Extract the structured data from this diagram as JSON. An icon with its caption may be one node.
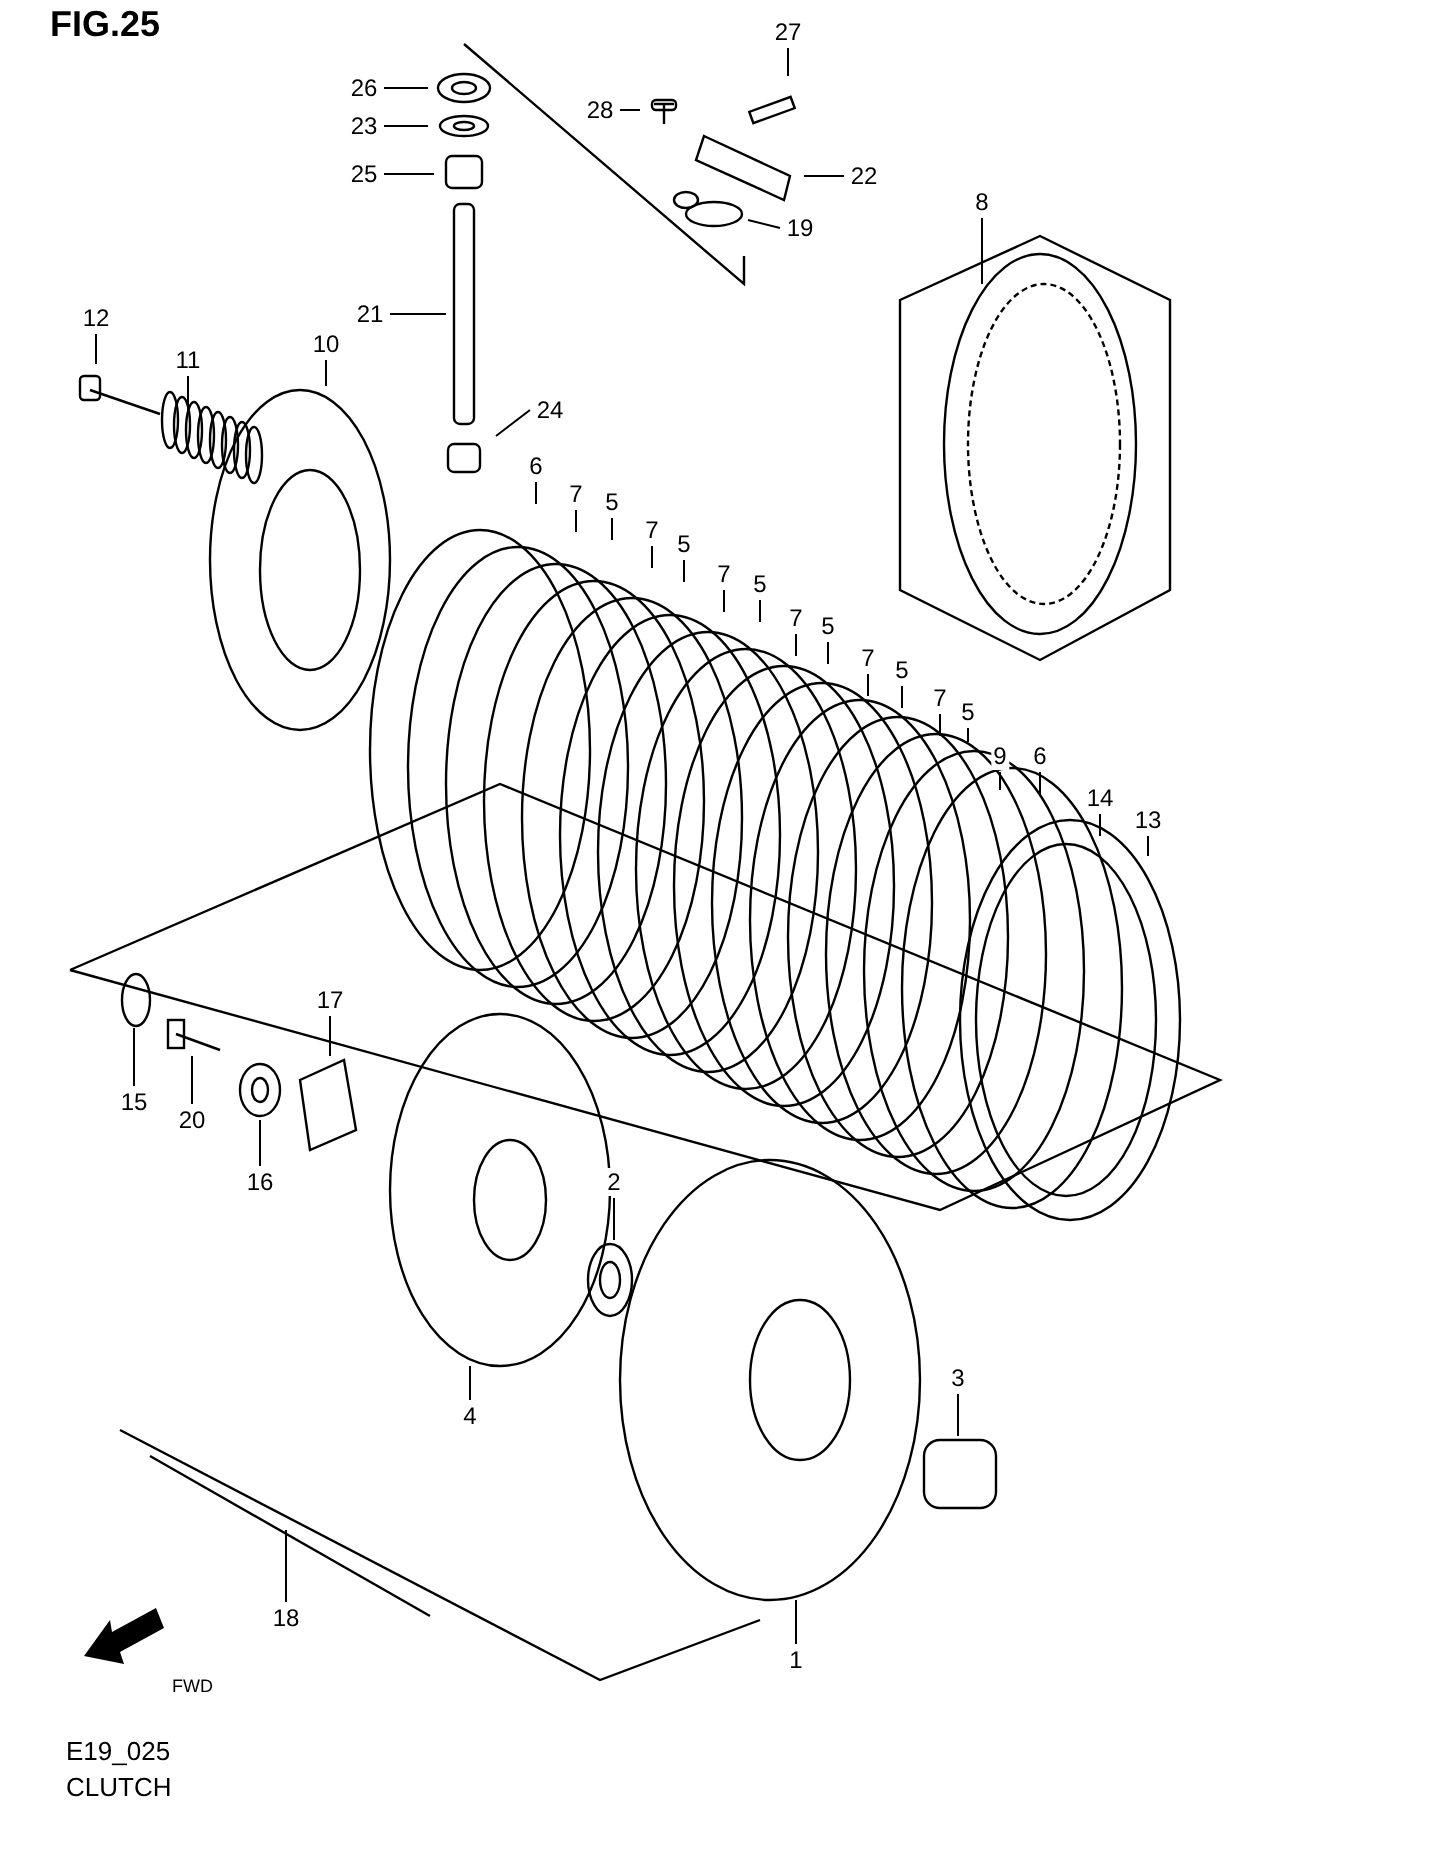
{
  "diagram": {
    "title": "FIG.25",
    "nodes": [
      {
        "text": [
          "26"
        ]
      },
      {
        "text": [
          "23"
        ]
      },
      {
        "text": [
          "25"
        ]
      },
      {
        "text": [
          "27"
        ]
      },
      {
        "text": [
          "28"
        ]
      },
      {
        "text": [
          "22"
        ]
      },
      {
        "text": [
          "19"
        ]
      },
      {
        "text": [
          "8"
        ]
      },
      {
        "text": [
          "21"
        ]
      },
      {
        "text": [
          "12"
        ]
      },
      {
        "text": [
          "11"
        ]
      },
      {
        "text": [
          "10"
        ]
      },
      {
        "text": [
          "24"
        ]
      },
      {
        "text": [
          "6"
        ]
      },
      {
        "text": [
          "7"
        ]
      },
      {
        "text": [
          "5"
        ]
      },
      {
        "text": [
          "7"
        ]
      },
      {
        "text": [
          "5"
        ]
      },
      {
        "text": [
          "7"
        ]
      },
      {
        "text": [
          "5"
        ]
      },
      {
        "text": [
          "7"
        ]
      },
      {
        "text": [
          "5"
        ]
      },
      {
        "text": [
          "7"
        ]
      },
      {
        "text": [
          "5"
        ]
      },
      {
        "text": [
          "7"
        ]
      },
      {
        "text": [
          "5"
        ]
      },
      {
        "text": [
          "9"
        ]
      },
      {
        "text": [
          "6"
        ]
      },
      {
        "text": [
          "14"
        ]
      },
      {
        "text": [
          "13"
        ]
      },
      {
        "text": [
          "17"
        ]
      },
      {
        "text": [
          "15"
        ]
      },
      {
        "text": [
          "20"
        ]
      },
      {
        "text": [
          "16"
        ]
      },
      {
        "text": [
          "2"
        ]
      },
      {
        "text": [
          "3"
        ]
      },
      {
        "text": [
          "4"
        ]
      },
      {
        "text": [
          "18"
        ]
      },
      {
        "text": [
          "1"
        ]
      }
    ],
    "edges": [
      {
        "from": 0,
        "to": null,
        "arrow": "none"
      },
      {
        "from": 1,
        "to": null,
        "arrow": "none"
      },
      {
        "from": 2,
        "to": null,
        "arrow": "none"
      },
      {
        "from": 3,
        "to": null,
        "arrow": "none"
      },
      {
        "from": 4,
        "to": null,
        "arrow": "none"
      },
      {
        "from": 5,
        "to": null,
        "arrow": "none"
      },
      {
        "from": 6,
        "to": null,
        "arrow": "none"
      },
      {
        "from": 7,
        "to": null,
        "arrow": "none"
      },
      {
        "from": 8,
        "to": null,
        "arrow": "none"
      },
      {
        "from": 9,
        "to": null,
        "arrow": "none"
      },
      {
        "from": 10,
        "to": null,
        "arrow": "none"
      },
      {
        "from": 11,
        "to": null,
        "arrow": "none"
      },
      {
        "from": 12,
        "to": null,
        "arrow": "none"
      },
      {
        "from": 13,
        "to": null,
        "arrow": "none"
      },
      {
        "from": 14,
        "to": null,
        "arrow": "none"
      },
      {
        "from": 15,
        "to": null,
        "arrow": "none"
      },
      {
        "from": 16,
        "to": null,
        "arrow": "none"
      },
      {
        "from": 17,
        "to": null,
        "arrow": "none"
      },
      {
        "from": 18,
        "to": null,
        "arrow": "none"
      },
      {
        "from": 19,
        "to": null,
        "arrow": "none"
      },
      {
        "from": 20,
        "to": null,
        "arrow": "none"
      },
      {
        "from": 21,
        "to": null,
        "arrow": "none"
      },
      {
        "from": 22,
        "to": null,
        "arrow": "none"
      },
      {
        "from": 23,
        "to": null,
        "arrow": "none"
      },
      {
        "from": 24,
        "to": null,
        "arrow": "none"
      },
      {
        "from": 25,
        "to": null,
        "arrow": "none"
      },
      {
        "from": 26,
        "to": null,
        "arrow": "none"
      },
      {
        "from": 27,
        "to": null,
        "arrow": "none"
      },
      {
        "from": 28,
        "to": null,
        "arrow": "none"
      },
      {
        "from": 29,
        "to": null,
        "arrow": "none"
      },
      {
        "from": 30,
        "to": null,
        "arrow": "none"
      },
      {
        "from": 31,
        "to": null,
        "arrow": "none"
      },
      {
        "from": 32,
        "to": null,
        "arrow": "none"
      },
      {
        "from": 33,
        "to": null,
        "arrow": "none"
      },
      {
        "from": 34,
        "to": null,
        "arrow": "none"
      },
      {
        "from": 35,
        "to": null,
        "arrow": "none"
      },
      {
        "from": 36,
        "to": null,
        "arrow": "none"
      },
      {
        "from": 37,
        "to": null,
        "arrow": "none"
      },
      {
        "from": 38,
        "to": null,
        "arrow": "none"
      }
    ],
    "labels": [
      "FWD",
      "E19_025",
      "CLUTCH"
    ]
  }
}
